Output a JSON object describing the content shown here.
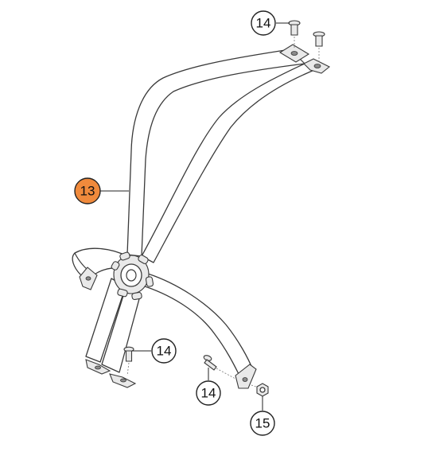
{
  "callouts": [
    {
      "id": "c-14-top",
      "label": "14",
      "highlight": false
    },
    {
      "id": "c-13",
      "label": "13",
      "highlight": true
    },
    {
      "id": "c-14-mid",
      "label": "14",
      "highlight": false
    },
    {
      "id": "c-14-bottom",
      "label": "14",
      "highlight": false
    },
    {
      "id": "c-15",
      "label": "15",
      "highlight": false
    }
  ],
  "colors": {
    "highlight": "#f08a3c",
    "line": "#3a3a3a",
    "background": "#ffffff"
  }
}
